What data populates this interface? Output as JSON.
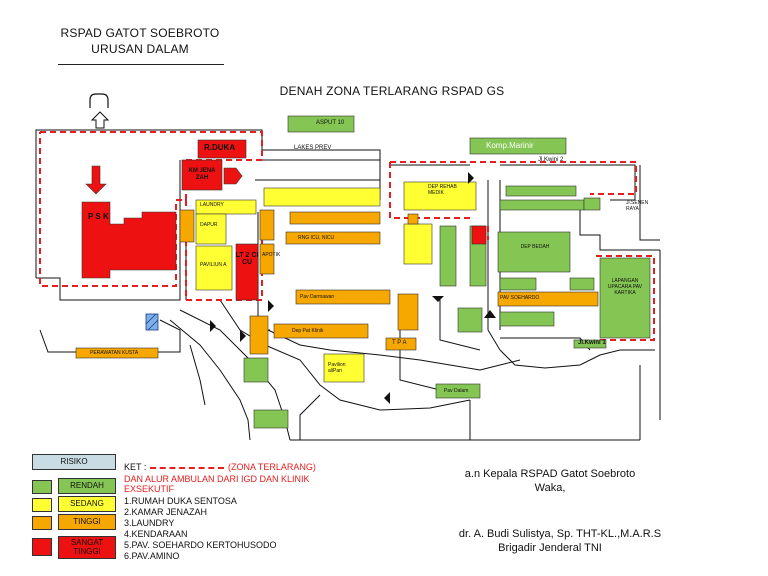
{
  "header": {
    "line1": "RSPAD GATOT SOEBROTO",
    "line2": "URUSAN DALAM",
    "map_title": "DENAH ZONA TERLARANG RSPAD GS"
  },
  "colors": {
    "rendah": "#84c553",
    "sedang": "#ffff33",
    "tinggi": "#f6a800",
    "sangat_tinggi": "#ee1111",
    "zone_line": "#e81d1d",
    "risiko_box": "#c9dbe3"
  },
  "map_labels": {
    "r_duka": "R.DUKA",
    "kamar_jenazah": "KM JENA ZAH",
    "psk": "P S K",
    "apotik": "APOTIK",
    "lt2_cicu": "LT 2 CICU",
    "laundry": "LAUNDRY",
    "dapur": "DAPUR",
    "paviliun_a": "PAVILIUN A",
    "asput": "ASPUT 10",
    "lakes_prev": "LAKES PREV",
    "komp_marinir": "Komp.Marinir",
    "kwini2": "Jl.Kwini 2",
    "kwini1": "Jl.Kwini 1",
    "senen_raya": "Jl.SENEN RAYA",
    "dep_rehab": "DEP REHAB MEDIK",
    "rng_icu": "RNG ICU, NICU",
    "pav_darmawan": "Pav Darmawan",
    "dep_pat_klinik": "Dep Pat Klinik",
    "perawatan_kusta": "PERAWATAN KUSTA",
    "tpa": "T P A",
    "pav_dalam": "Pav Dalam",
    "pavpamel": "Pavilion aliPan",
    "lapangan": "LAPANGAN UPACARA PAV KARTIKA",
    "dep_bedah": "DEP BEDAH",
    "pav_soehardo": "PAV SOEHARDO"
  },
  "legend": {
    "risiko": "RISIKO",
    "rendah": "RENDAH",
    "sedang": "SEDANG",
    "tinggi": "TINGGI",
    "sangat_tinggi": "SANGAT TINGGI"
  },
  "ket": {
    "prefix": "KET :",
    "zona": "(ZONA TERLARANG)",
    "ambulan_line1": "DAN ALUR AMBULAN DARI IGD DAN KLINIK",
    "ambulan_line2": "EXSEKUTIF",
    "items": [
      "1.RUMAH DUKA SENTOSA",
      "2.KAMAR JENAZAH",
      "3.LAUNDRY",
      "4.KENDARAAN",
      "5.PAV. SOEHARDO KERTOHUSODO",
      "6.PAV.AMINO"
    ]
  },
  "signature": {
    "line1": "a.n Kepala RSPAD Gatot Soebroto",
    "line2": "Waka,",
    "name": "dr. A. Budi Sulistya, Sp. THT-KL.,M.A.R.S",
    "rank": "Brigadir Jenderal TNI"
  }
}
